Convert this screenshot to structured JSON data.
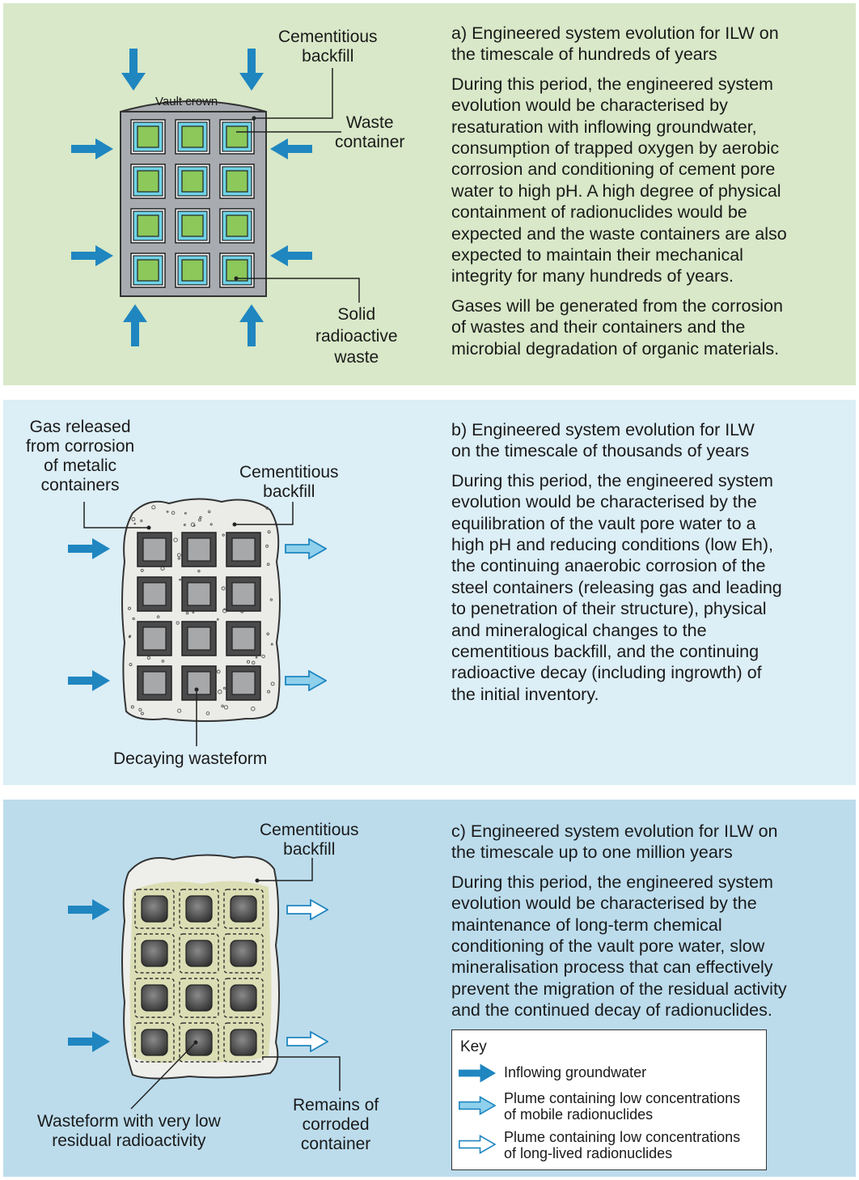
{
  "panel_a": {
    "heading": [
      "a) Engineered system evolution for ILW on",
      "the timescale of hundreds of years"
    ],
    "para1": [
      "During this period, the engineered system",
      "evolution would be characterised by",
      "resaturation with inflowing groundwater,",
      "consumption of trapped oxygen by aerobic",
      "corrosion and conditioning of cement pore",
      "water to high pH. A high degree of physical",
      "containment of radionuclides would be",
      "expected and the waste containers are also",
      "expected to maintain their mechanical",
      "integrity for many hundreds of years."
    ],
    "para2": [
      "Gases will be generated from the corrosion",
      "of wastes and their containers and the",
      "microbial degradation of organic materials."
    ],
    "labels": {
      "backfill": [
        "Cementitious",
        "backfill"
      ],
      "vault_crown": "Vault crown",
      "waste_container": [
        "Waste",
        "container"
      ],
      "solid_waste": [
        "Solid",
        "radioactive",
        "waste"
      ]
    }
  },
  "panel_b": {
    "heading": [
      "b) Engineered system evolution for ILW",
      "on the timescale of thousands of years"
    ],
    "para1": [
      "During this period, the engineered system",
      "evolution would be characterised by the",
      "equilibration of the vault pore water to a",
      "high pH and reducing conditions (low Eh),",
      "the continuing anaerobic corrosion of the",
      "steel containers (releasing gas and leading",
      "to penetration of their structure), physical",
      "and mineralogical changes to the",
      "cementitious backfill, and the continuing",
      "radioactive decay (including ingrowth) of",
      "the initial inventory."
    ],
    "labels": {
      "gas": [
        "Gas released",
        "from corrosion",
        "of metalic",
        "containers"
      ],
      "backfill": [
        "Cementitious",
        "backfill"
      ],
      "decaying": "Decaying wasteform"
    }
  },
  "panel_c": {
    "heading": [
      "c) Engineered system evolution for ILW on",
      "the timescale up to one million years"
    ],
    "para1": [
      "During this period, the engineered system",
      "evolution would be characterised by the",
      "maintenance of long-term chemical",
      "conditioning of the vault pore water, slow",
      "mineralisation process that can effectively",
      "prevent the migration of the residual activity",
      "and the continued decay of radionuclides."
    ],
    "labels": {
      "backfill": [
        "Cementitious",
        "backfill"
      ],
      "wasteform": [
        "Wasteform with very low",
        "residual radioactivity"
      ],
      "remains": [
        "Remains of",
        "corroded",
        "container"
      ]
    },
    "key": {
      "title": "Key",
      "items": [
        {
          "style": "solid",
          "text": [
            "Inflowing groundwater"
          ]
        },
        {
          "style": "light",
          "text": [
            "Plume containing low concentrations",
            "of mobile radionuclides"
          ]
        },
        {
          "style": "outline",
          "text": [
            "Plume containing low concentrations",
            "of long-lived radionuclides"
          ]
        }
      ]
    }
  },
  "colors": {
    "panel_a_bg": "#d8e8c8",
    "panel_b_bg": "#dceef6",
    "panel_c_bg": "#bcdcec",
    "arrow_blue": "#1f86c0",
    "light_arrow": "#8fd0ec",
    "waste_green": "#8cc85a",
    "container_cyan": "#6fd3e6",
    "vault_grey": "#a8acb0"
  }
}
